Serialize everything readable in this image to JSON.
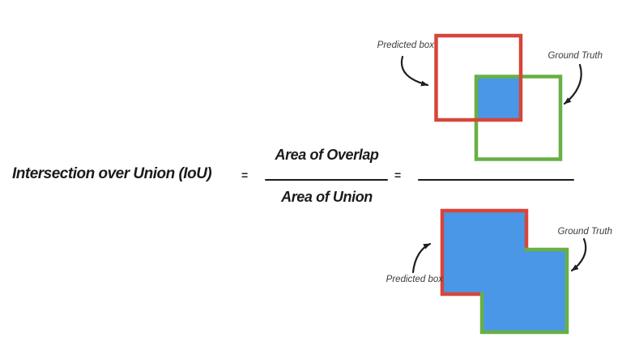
{
  "title": "Intersection over Union (IoU)",
  "equation": {
    "equals_1": "=",
    "numerator": "Area of Overlap",
    "denominator": "Area of Union",
    "equals_2": "="
  },
  "overlap_diagram": {
    "predicted_label": "Predicted box",
    "ground_truth_label": "Ground Truth"
  },
  "union_diagram": {
    "predicted_label": "Predicted box",
    "ground_truth_label": "Ground Truth"
  },
  "colors": {
    "predicted_box": "#d6463a",
    "ground_truth_box": "#67b044",
    "area_fill": "#4a97e8",
    "text": "#1b1b1b"
  }
}
